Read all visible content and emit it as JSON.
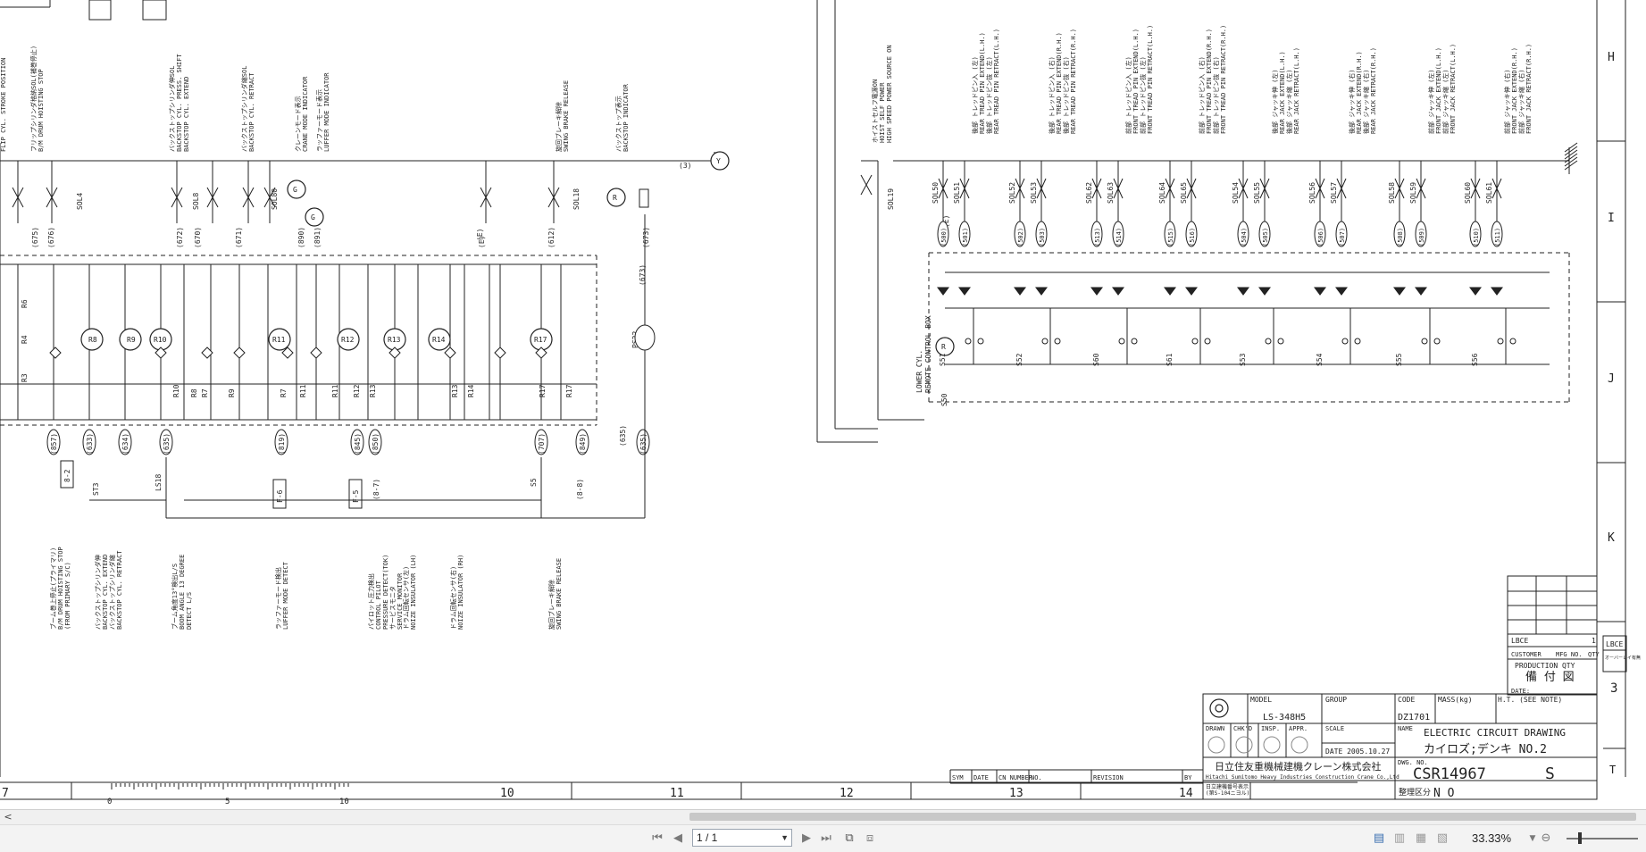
{
  "drawing": {
    "right_margin_letters": [
      "H",
      "I",
      "J",
      "K"
    ],
    "bottom_scale_numbers": [
      "7",
      "10",
      "11",
      "12",
      "13",
      "14"
    ],
    "scale_ticks": [
      "0",
      "5",
      "10"
    ],
    "left_section": {
      "top_labels": [
        "FLIP CYL. STROKE POSITION",
        "フリップシリンダ格納SOL(補巻停止)\nB/M DRUM HOISTING STOP",
        "バックストップシリンダ伸SOL\nBACKSTOP CYL. PRESS. SHIFT\nBACKSTOP CYL. EXTEND",
        "バックストップシリンダ縮SOL\nBACKSTOP CYL. RETRACT",
        "クレーンモード表示\nCRANE MODE INDICATOR",
        "ラッファーモード表示\nLUFFER MODE INDICATOR",
        "旋回ブレーキ解除\nSWING BRAKE RELEASE",
        "バックストップ表示\nBACKSTOP INDICATOR"
      ],
      "wire_numbers_top": [
        "(675)",
        "(676)",
        "(672)",
        "(670)",
        "(671)",
        "(890)",
        "(891)",
        "(612)",
        "(673)",
        "(E)"
      ],
      "solenoids": [
        "SOL4",
        "SOL8",
        "SOL80",
        "SOL18"
      ],
      "relays_left": [
        "R6",
        "R4",
        "R3"
      ],
      "relay_coils": [
        "R8",
        "R9",
        "R10",
        "R11",
        "R12",
        "R13",
        "R14",
        "R17"
      ],
      "relay_contacts": [
        "R10",
        "R8",
        "R7",
        "R9",
        "R7",
        "R11",
        "R11",
        "R12",
        "R13",
        "R13",
        "R14",
        "R17",
        "R17"
      ],
      "wire_numbers_bottom": [
        "(857)",
        "(633)",
        "(634)",
        "(635)",
        "(819)",
        "(845)",
        "(850)",
        "(707)",
        "(849)",
        "(635)"
      ],
      "switches": [
        "ST3",
        "LS18",
        "S5",
        "PS22"
      ],
      "lamps": [
        "G",
        "G",
        "R",
        "Y"
      ],
      "refs": [
        "8-2",
        "F-6",
        "F-5",
        "(8-7)",
        "(8-8)",
        "(3)"
      ],
      "bottom_labels": [
        "ブーム巻上停止(プライマリ)\nB/M DRUM HOISTING STOP\n(FROM PRIMARY S/C)",
        "バックストップシリンダ伸\nBACKSTOP CYL. EXTEND\nバックストップシリンダ縮\nBACKSTOP CYL. RETRACT",
        "ブーム角度13°検出L/S\nBOOM ANGLE 13 DEGREE\nDETECT L/S",
        "ラッファーモード検出\nLUFFER MODE DETECT",
        "パイロット圧力検出\nCONTROL PILOT\nPRESSURE DETECT(TOK)\nサービスモニタ\nSERVICE MONITOR",
        "ドラム回転センサ(左)\nNOIZE INSULATOR (LH)",
        "ドラム回転センサ(右)\nNOIZE INSULATOR (RH)",
        "旋回ブレーキ解除\nSWING BRAKE RELEASE"
      ]
    },
    "right_section": {
      "left_label": "ホイストセルフ電源ON\nHOIST SELF POWER\nHIGH SPEED POWER SOURCE ON",
      "sol_main": "SOL19",
      "box_label": "LOWER CYL.\nREMOTE CONTROL BOX",
      "top_labels": [
        "後部 トレッドピン入 (左)\nREAR TREAD PIN EXTEND(L.H.)\n後部 トレッドピン抜 (左)\nREAR TREAD PIN RETRACT(L.H.)",
        "後部 トレッドピン入 (右)\nREAR TREAD PIN EXTEND(R.H.)\n後部 トレッドピン抜 (右)\nREAR TREAD PIN RETRACT(R.H.)",
        "前部 トレッドピン入 (左)\nFRONT TREAD PIN EXTEND(L.H.)\n前部 トレッドピン抜 (左)\nFRONT TREAD PIN RETRACT(L.H.)",
        "前部 トレッドピン入 (右)\nFRONT TREAD PIN EXTEND(R.H.)\n前部 トレッドピン抜 (右)\nFRONT TREAD PIN RETRACT(R.H.)",
        "後部 ジャッキ伸 (左)\nREAR JACK EXTEND(L.H.)\n後部 ジャッキ縮 (左)\nREAR JACK RETRACT(L.H.)",
        "後部 ジャッキ伸 (右)\nREAR JACK EXTEND(R.H.)\n後部 ジャッキ縮 (右)\nREAR JACK RETRACT(R.H.)",
        "前部 ジャッキ伸 (左)\nFRONT JACK EXTEND(L.H.)\n前部 ジャッキ縮 (左)\nFRONT JACK RETRACT(L.H.)",
        "前部 ジャッキ伸 (右)\nFRONT JACK EXTEND(R.H.)\n前部 ジャッキ縮 (右)\nFRONT JACK RETRACT(R.H.)"
      ],
      "solenoid_pairs": [
        [
          "SOL50",
          "SOL51"
        ],
        [
          "SOL52",
          "SOL53"
        ],
        [
          "SOL62",
          "SOL63"
        ],
        [
          "SOL64",
          "SOL65"
        ],
        [
          "SOL54",
          "SOL55"
        ],
        [
          "SOL56",
          "SOL57"
        ],
        [
          "SOL58",
          "SOL59"
        ],
        [
          "SOL60",
          "SOL61"
        ]
      ],
      "wire_pairs": [
        [
          "(500)",
          "(501)"
        ],
        [
          "(502)",
          "(503)"
        ],
        [
          "(513)",
          "(514)"
        ],
        [
          "(515)",
          "(516)"
        ],
        [
          "(504)",
          "(505)"
        ],
        [
          "(506)",
          "(507)"
        ],
        [
          "(508)",
          "(509)"
        ],
        [
          "(510)",
          "(511)"
        ]
      ],
      "switches": [
        "S51",
        "S52",
        "S60",
        "S61",
        "S53",
        "S54",
        "S55",
        "S56"
      ],
      "main_switch": "S50",
      "e_label": "(E)"
    },
    "title_block": {
      "model_label": "MODEL",
      "model": "LS-348H5",
      "group_label": "GROUP",
      "code_label": "CODE",
      "code": "DZ1701",
      "mass_label": "MASS(kg)",
      "ht_label": "H.T. (SEE NOTE)",
      "drawn_label": "DRAWN",
      "chkd_label": "CHK'D",
      "insp_label": "INSP.",
      "appr_label": "APPR.",
      "scale_label": "SCALE",
      "date_label": "DATE",
      "date": "2005.10.27",
      "name_label": "NAME",
      "name_en": "ELECTRIC CIRCUIT DRAWING",
      "name_jp": "カイロズ;デンキ NO.2",
      "dwg_label": "DWG. NO.",
      "dwg_no": "CSR14967",
      "dwg_suffix": "S",
      "company_jp": "日立住友重機械建機クレーン株式会社",
      "company_en": "Hitachi Sumitomo Heavy Industries Construction Crane Co.,Ltd",
      "customer_label": "CUSTOMER",
      "mfg_label": "MFG NO.",
      "qty_label": "QTY",
      "production_label": "PRODUCTION QTY",
      "bifu": "備 付 図",
      "lbce": "LBCE",
      "lbce_count": "1",
      "date_row": "DATE:",
      "sheet_num": "3",
      "side_tag": "オーバーレイ有無",
      "t_label": "T",
      "small_row": "日立建機番号表示\n(第S-104ニヨル)",
      "tokushu": "整理区分",
      "no_label": "N O",
      "revision_headers": [
        "SYM",
        "DATE",
        "CN NUMBER",
        "NO.",
        "REVISION",
        "BY"
      ]
    }
  },
  "hscroll": {
    "left_arrow": "<"
  },
  "toolbar": {
    "page_value": "1 / 1",
    "zoom": "33.33%"
  }
}
